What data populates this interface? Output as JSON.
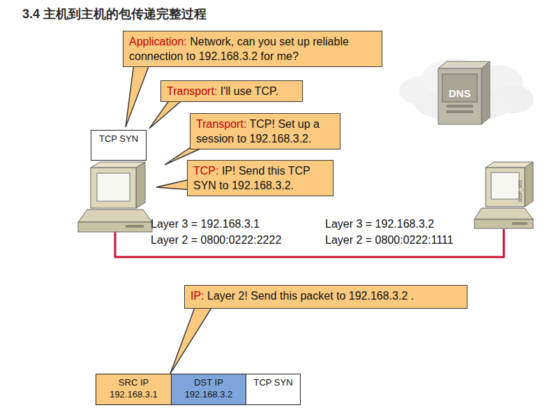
{
  "diagram": {
    "title": "3.4 主机到主机的包传递完整过程",
    "nodes": [
      {
        "text": [
          "Application:",
          "Network, can you set up reliable connection to 192.168.3.2 for me?"
        ]
      },
      {
        "text": [
          "Transport:",
          "I'll use TCP."
        ]
      },
      {
        "text": [
          "Transport:",
          "TCP! Set up a session to 192.168.3.2."
        ]
      },
      {
        "text": [
          "TCP:",
          "IP! Send this TCP SYN to 192.168.3.2."
        ]
      },
      {
        "text": [
          "TCP SYN"
        ]
      },
      {
        "text": [
          "IP:",
          "Layer 2! Send this packet to 192.168.3.2 ."
        ]
      },
      {
        "text": [
          "SRC IP",
          "192.168.3.1"
        ]
      },
      {
        "text": [
          "DST IP",
          "192.168.3.2"
        ]
      },
      {
        "text": [
          "TCP SYN"
        ]
      }
    ],
    "labels": [
      "Layer 3 = 192.168.3.1",
      "Layer 2 = 0800:0222:2222",
      "Layer 3 = 192.168.3.2",
      "Layer 2 = 0800:0222:1111",
      "DNS",
      "301P_363"
    ]
  }
}
